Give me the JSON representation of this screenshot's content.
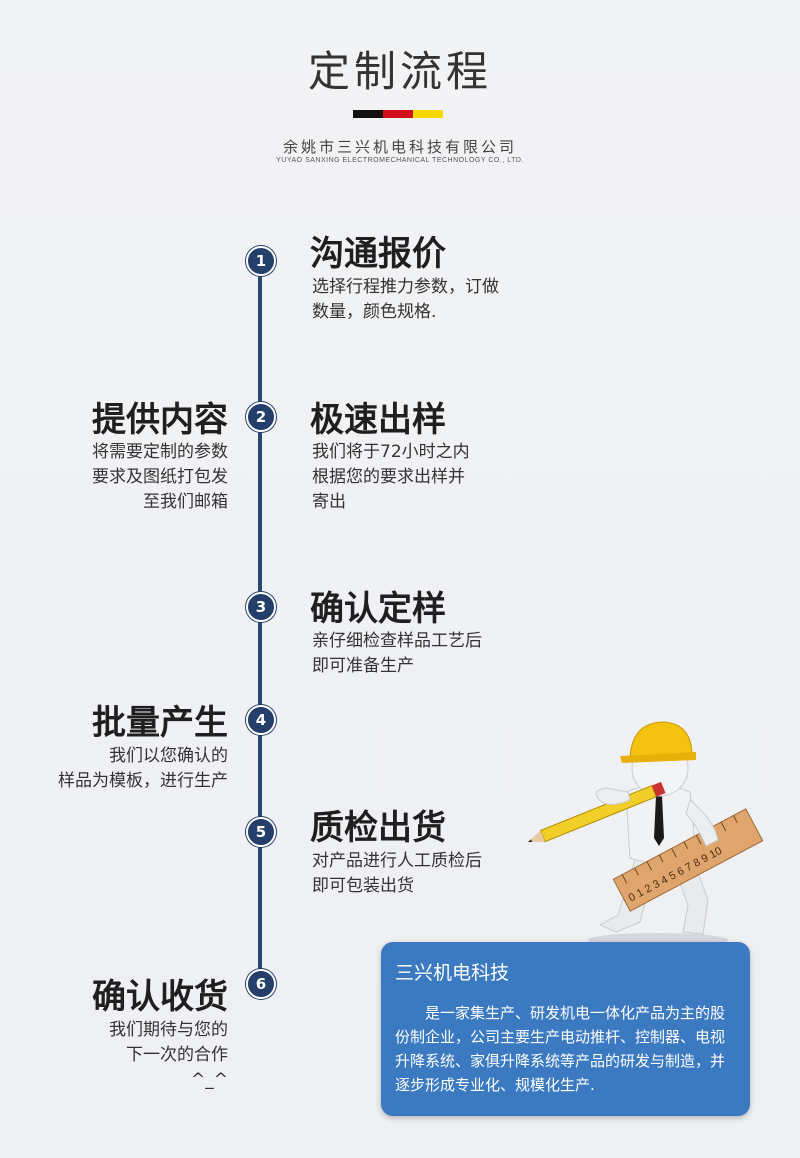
{
  "header": {
    "title": "定制流程",
    "company_cn": "余姚市三兴机电科技有限公司",
    "company_en": "YUYAO SANXING ELECTROMECHANICAL TECHNOLOGY CO., LTD."
  },
  "colors": {
    "flag_black": "#111111",
    "flag_red": "#d4111b",
    "flag_yellow": "#f6d900",
    "timeline": "#24406a",
    "info_box": "#3b79c0"
  },
  "steps": [
    {
      "number": "1",
      "title": "沟通报价",
      "lines": [
        "选择行程推力参数，订做",
        "数量，颜色规格."
      ]
    },
    {
      "number": "2",
      "title": "极速出样",
      "lines": [
        "我们将于72小时之内",
        "根据您的要求出样并",
        "寄出"
      ],
      "left_title": "提供内容",
      "left_lines": [
        "将需要定制的参数",
        "要求及图纸打包发",
        "至我们邮箱"
      ]
    },
    {
      "number": "3",
      "title": "确认定样",
      "lines": [
        "亲仔细检查样品工艺后",
        "即可准备生产"
      ]
    },
    {
      "number": "4",
      "left_title": "批量产生",
      "left_lines": [
        "我们以您确认的",
        "样品为模板，进行生产"
      ]
    },
    {
      "number": "5",
      "title": "质检出货",
      "lines": [
        "对产品进行人工质检后",
        "即可包装出货"
      ]
    },
    {
      "number": "6",
      "left_title": "确认收货",
      "left_lines": [
        "我们期待与您的",
        "下一次的合作",
        "^_^"
      ]
    }
  ],
  "info_box": {
    "title": "三兴机电科技",
    "text": "是一家集生产、研发机电一体化产品为主的股份制企业，公司主要生产电动推杆、控制器、电视升降系统、家俱升降系统等产品的研发与制造，并逐步形成专业化、规模化生产."
  },
  "illustration": {
    "icon": "worker-with-pencil-and-ruler-icon",
    "ruler_marks": "0 1 2 3 4 5 6 7 8 9 10"
  }
}
